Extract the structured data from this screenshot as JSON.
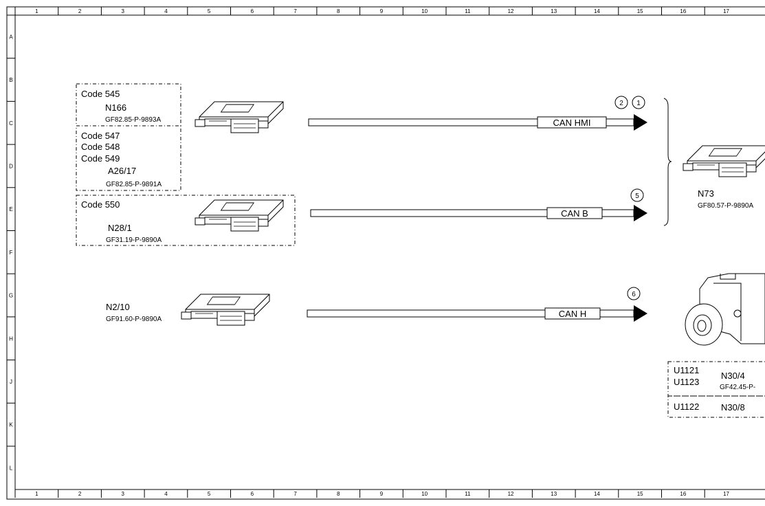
{
  "grid": {
    "columns": [
      "1",
      "2",
      "3",
      "4",
      "5",
      "6",
      "7",
      "8",
      "9",
      "10",
      "11",
      "12",
      "13",
      "14",
      "15",
      "16",
      "17"
    ],
    "rows": [
      "A",
      "B",
      "C",
      "D",
      "E",
      "F",
      "G",
      "H",
      "J",
      "K",
      "L"
    ]
  },
  "groups": {
    "top": {
      "code_545": "Code 545",
      "n166": "N166",
      "n166_ref": "GF82.85-P-9893A",
      "code_547": "Code 547",
      "code_548": "Code 548",
      "code_549": "Code 549",
      "a26_17": "A26/17",
      "a26_17_ref": "GF82.85-P-9891A"
    },
    "middle": {
      "code_550": "Code 550",
      "n28_1": "N28/1",
      "n28_1_ref": "GF31.19-P-9890A"
    },
    "bottom": {
      "n2_10": "N2/10",
      "n2_10_ref": "GF91.60-P-9890A"
    }
  },
  "buses": {
    "can_hmi": "CAN HMI",
    "can_b": "CAN B",
    "can_h": "CAN H"
  },
  "markers": {
    "m1": "1",
    "m2": "2",
    "m5": "5",
    "m6": "6"
  },
  "right": {
    "n73": "N73",
    "n73_ref": "GF80.57-P-9890A",
    "u1121": "U1121",
    "u1123": "U1123",
    "n30_4": "N30/4",
    "n30_4_ref": "GF42.45-P-",
    "u1122": "U1122",
    "n30_8": "N30/8"
  }
}
